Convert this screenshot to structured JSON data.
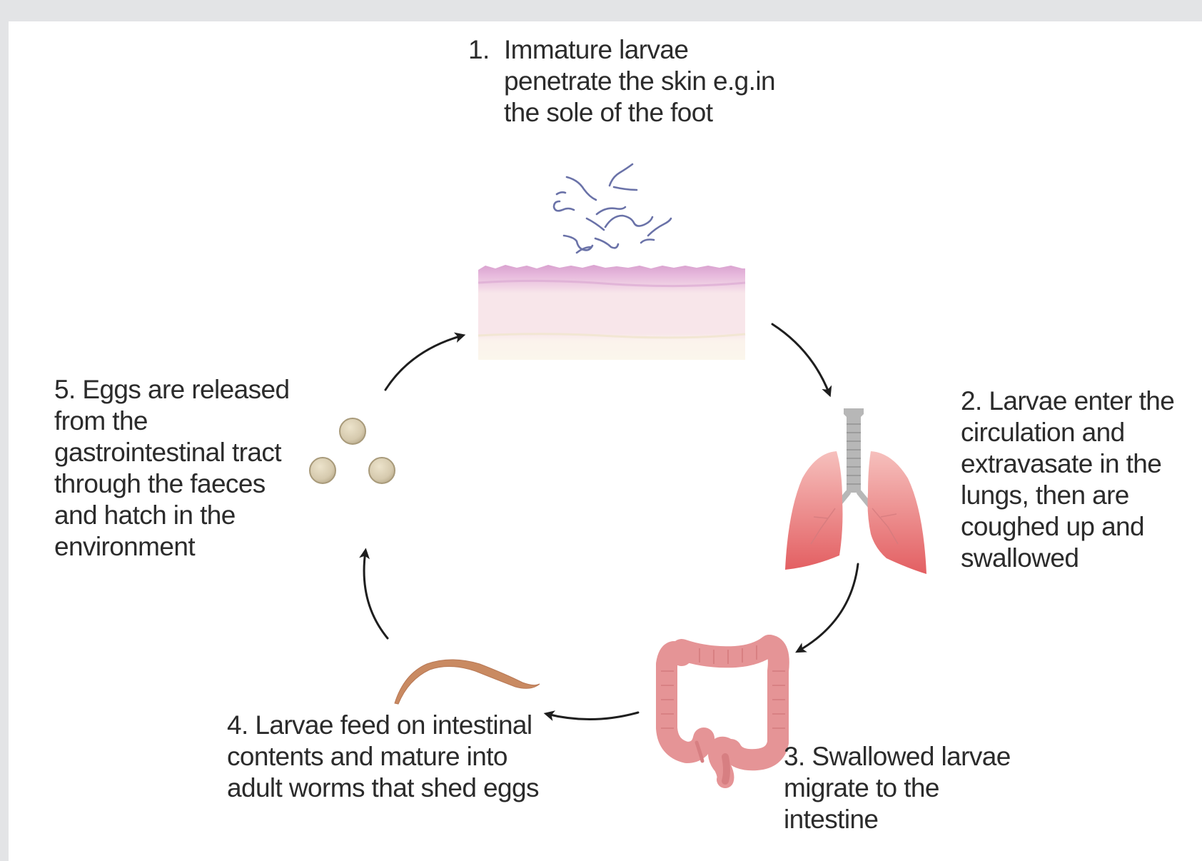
{
  "diagram": {
    "steps": [
      {
        "number": "1.",
        "text": "Immature larvae penetrate the skin e.g.in the sole of the foot"
      },
      {
        "number": "2.",
        "text": "Larvae enter the circulation and extravasate in the lungs, then are coughed up and swallowed"
      },
      {
        "number": "3.",
        "text": "Swallowed larvae migrate to the intestine"
      },
      {
        "number": "4.",
        "text": "Larvae feed on intestinal contents and mature into adult worms that shed eggs"
      },
      {
        "number": "5.",
        "text": "Eggs are released from the gastrointestinal tract through the faeces and hatch in the environment"
      }
    ],
    "icons": [
      "larvae-icon",
      "skin-layers-icon",
      "lungs-icon",
      "intestine-icon",
      "adult-worm-icon",
      "eggs-icon"
    ],
    "colors": {
      "background": "#e3e4e6",
      "panel": "#ffffff",
      "text": "#2b2b2b",
      "arrow": "#1e1e1e",
      "larvae": "#6a72a8",
      "skin_top": "#d9a2cf",
      "skin_mid": "#f8e6ea",
      "skin_base": "#fbf6ec",
      "lungs": "#e4686a",
      "trachea": "#b7b7b7",
      "intestine": "#e59496",
      "worm": "#c98a62",
      "egg": "#d8cdb2"
    }
  }
}
